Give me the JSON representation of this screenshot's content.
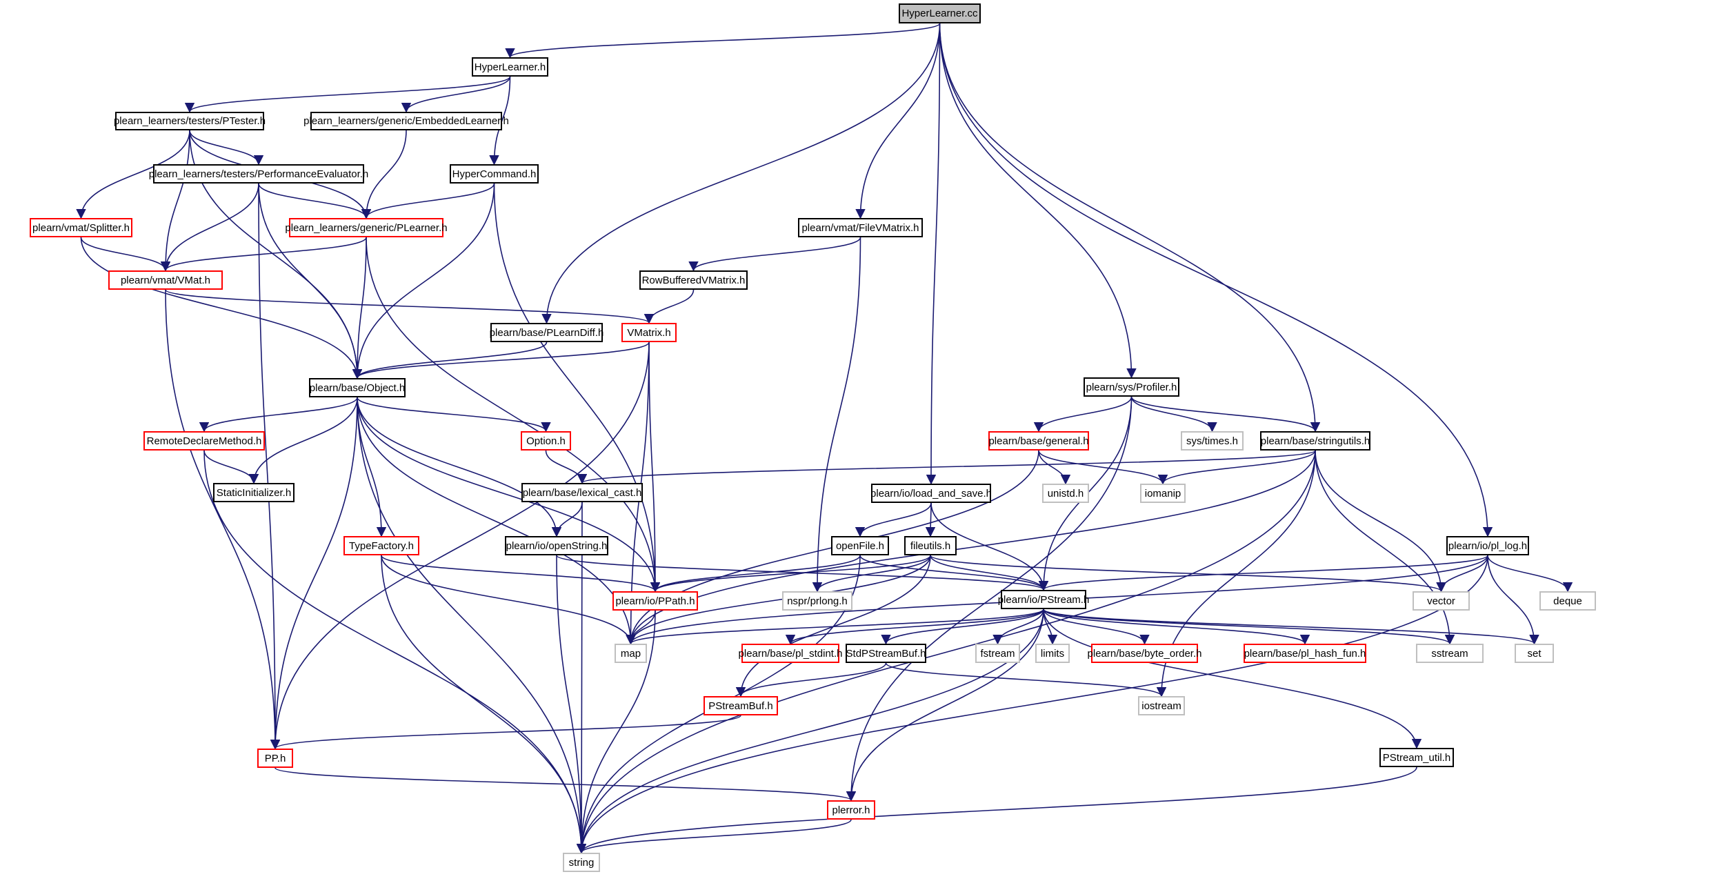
{
  "title": "HyperLearner.cc include dependency graph",
  "colors": {
    "edge": "#191970",
    "root_fill": "#bfbfbf",
    "documented_border": "#000000",
    "truncated_border": "#ff0000",
    "external_border": "#bfbfbf"
  },
  "nodes": [
    {
      "id": "root",
      "label": "HyperLearner.cc",
      "kind": "root"
    },
    {
      "id": "hyperlearner_h",
      "label": "HyperLearner.h",
      "kind": "normal"
    },
    {
      "id": "ptester",
      "label": "plearn_learners/testers/PTester.h",
      "kind": "normal"
    },
    {
      "id": "embedded",
      "label": "plearn_learners/generic/EmbeddedLearner.h",
      "kind": "normal"
    },
    {
      "id": "perfeval",
      "label": "plearn_learners/testers/PerformanceEvaluator.h",
      "kind": "normal"
    },
    {
      "id": "hypercommand",
      "label": "HyperCommand.h",
      "kind": "normal"
    },
    {
      "id": "splitter",
      "label": "plearn/vmat/Splitter.h",
      "kind": "red"
    },
    {
      "id": "plearner",
      "label": "plearn_learners/generic/PLearner.h",
      "kind": "red"
    },
    {
      "id": "filevmatrix",
      "label": "plearn/vmat/FileVMatrix.h",
      "kind": "normal"
    },
    {
      "id": "vmat",
      "label": "plearn/vmat/VMat.h",
      "kind": "red"
    },
    {
      "id": "rowbuffered",
      "label": "RowBufferedVMatrix.h",
      "kind": "normal"
    },
    {
      "id": "plearndiff",
      "label": "plearn/base/PLearnDiff.h",
      "kind": "normal"
    },
    {
      "id": "vmatrix",
      "label": "VMatrix.h",
      "kind": "red"
    },
    {
      "id": "object",
      "label": "plearn/base/Object.h",
      "kind": "normal"
    },
    {
      "id": "profiler",
      "label": "plearn/sys/Profiler.h",
      "kind": "normal"
    },
    {
      "id": "remotedeclare",
      "label": "RemoteDeclareMethod.h",
      "kind": "red"
    },
    {
      "id": "option",
      "label": "Option.h",
      "kind": "red"
    },
    {
      "id": "general",
      "label": "plearn/base/general.h",
      "kind": "red"
    },
    {
      "id": "systimes",
      "label": "sys/times.h",
      "kind": "gray"
    },
    {
      "id": "stringutils",
      "label": "plearn/base/stringutils.h",
      "kind": "normal"
    },
    {
      "id": "staticinit",
      "label": "StaticInitializer.h",
      "kind": "normal"
    },
    {
      "id": "lexicalcast",
      "label": "plearn/base/lexical_cast.h",
      "kind": "normal"
    },
    {
      "id": "loadsave",
      "label": "plearn/io/load_and_save.h",
      "kind": "normal"
    },
    {
      "id": "unistd",
      "label": "unistd.h",
      "kind": "gray"
    },
    {
      "id": "iomanip",
      "label": "iomanip",
      "kind": "gray"
    },
    {
      "id": "typefactory",
      "label": "TypeFactory.h",
      "kind": "red"
    },
    {
      "id": "openstring",
      "label": "plearn/io/openString.h",
      "kind": "normal"
    },
    {
      "id": "openfile",
      "label": "openFile.h",
      "kind": "normal"
    },
    {
      "id": "fileutils",
      "label": "fileutils.h",
      "kind": "normal"
    },
    {
      "id": "pllog",
      "label": "plearn/io/pl_log.h",
      "kind": "normal"
    },
    {
      "id": "ppath",
      "label": "plearn/io/PPath.h",
      "kind": "red"
    },
    {
      "id": "prlong",
      "label": "nspr/prlong.h",
      "kind": "gray"
    },
    {
      "id": "pstream",
      "label": "plearn/io/PStream.h",
      "kind": "normal"
    },
    {
      "id": "vector",
      "label": "vector",
      "kind": "gray"
    },
    {
      "id": "deque",
      "label": "deque",
      "kind": "gray"
    },
    {
      "id": "map",
      "label": "map",
      "kind": "gray"
    },
    {
      "id": "plstdint",
      "label": "plearn/base/pl_stdint.h",
      "kind": "red"
    },
    {
      "id": "stdpstreambuf",
      "label": "StdPStreamBuf.h",
      "kind": "normal"
    },
    {
      "id": "fstream",
      "label": "fstream",
      "kind": "gray"
    },
    {
      "id": "limits",
      "label": "limits",
      "kind": "gray"
    },
    {
      "id": "byteorder",
      "label": "plearn/base/byte_order.h",
      "kind": "red"
    },
    {
      "id": "plhashfun",
      "label": "plearn/base/pl_hash_fun.h",
      "kind": "red"
    },
    {
      "id": "sstream",
      "label": "sstream",
      "kind": "gray"
    },
    {
      "id": "set",
      "label": "set",
      "kind": "gray"
    },
    {
      "id": "pstreambuf",
      "label": "PStreamBuf.h",
      "kind": "red"
    },
    {
      "id": "iostream",
      "label": "iostream",
      "kind": "gray"
    },
    {
      "id": "pp",
      "label": "PP.h",
      "kind": "red"
    },
    {
      "id": "pstreamutil",
      "label": "PStream_util.h",
      "kind": "normal"
    },
    {
      "id": "plerror",
      "label": "plerror.h",
      "kind": "red"
    },
    {
      "id": "string",
      "label": "string",
      "kind": "gray"
    }
  ],
  "edges": [
    [
      "root",
      "hyperlearner_h"
    ],
    [
      "root",
      "plearndiff"
    ],
    [
      "root",
      "filevmatrix"
    ],
    [
      "root",
      "loadsave"
    ],
    [
      "root",
      "profiler"
    ],
    [
      "root",
      "stringutils"
    ],
    [
      "root",
      "pllog"
    ],
    [
      "hyperlearner_h",
      "ptester"
    ],
    [
      "hyperlearner_h",
      "embedded"
    ],
    [
      "hyperlearner_h",
      "hypercommand"
    ],
    [
      "ptester",
      "perfeval"
    ],
    [
      "ptester",
      "splitter"
    ],
    [
      "ptester",
      "vmat"
    ],
    [
      "ptester",
      "plearner"
    ],
    [
      "ptester",
      "object"
    ],
    [
      "embedded",
      "plearner"
    ],
    [
      "perfeval",
      "plearner"
    ],
    [
      "perfeval",
      "vmat"
    ],
    [
      "perfeval",
      "object"
    ],
    [
      "perfeval",
      "pp"
    ],
    [
      "hypercommand",
      "plearner"
    ],
    [
      "hypercommand",
      "object"
    ],
    [
      "hypercommand",
      "ppath"
    ],
    [
      "splitter",
      "vmat"
    ],
    [
      "splitter",
      "object"
    ],
    [
      "plearner",
      "vmat"
    ],
    [
      "plearner",
      "object"
    ],
    [
      "plearner",
      "ppath"
    ],
    [
      "vmat",
      "vmatrix"
    ],
    [
      "vmat",
      "pp"
    ],
    [
      "filevmatrix",
      "rowbuffered"
    ],
    [
      "filevmatrix",
      "prlong"
    ],
    [
      "rowbuffered",
      "vmatrix"
    ],
    [
      "plearndiff",
      "object"
    ],
    [
      "vmatrix",
      "object"
    ],
    [
      "vmatrix",
      "ppath"
    ],
    [
      "vmatrix",
      "map"
    ],
    [
      "vmatrix",
      "pp"
    ],
    [
      "object",
      "remotedeclare"
    ],
    [
      "object",
      "staticinit"
    ],
    [
      "object",
      "option"
    ],
    [
      "object",
      "typefactory"
    ],
    [
      "object",
      "openstring"
    ],
    [
      "object",
      "ppath"
    ],
    [
      "object",
      "map"
    ],
    [
      "object",
      "pp"
    ],
    [
      "object",
      "string"
    ],
    [
      "remotedeclare",
      "staticinit"
    ],
    [
      "remotedeclare",
      "string"
    ],
    [
      "option",
      "lexicalcast"
    ],
    [
      "lexicalcast",
      "openstring"
    ],
    [
      "lexicalcast",
      "string"
    ],
    [
      "typefactory",
      "ppath"
    ],
    [
      "typefactory",
      "map"
    ],
    [
      "typefactory",
      "string"
    ],
    [
      "openstring",
      "pstream"
    ],
    [
      "openstring",
      "string"
    ],
    [
      "profiler",
      "general"
    ],
    [
      "profiler",
      "systimes"
    ],
    [
      "profiler",
      "stringutils"
    ],
    [
      "profiler",
      "pstream"
    ],
    [
      "profiler",
      "plerror"
    ],
    [
      "general",
      "unistd"
    ],
    [
      "general",
      "iomanip"
    ],
    [
      "general",
      "map"
    ],
    [
      "stringutils",
      "lexicalcast"
    ],
    [
      "stringutils",
      "iomanip"
    ],
    [
      "stringutils",
      "vector"
    ],
    [
      "stringutils",
      "sstream"
    ],
    [
      "stringutils",
      "map"
    ],
    [
      "stringutils",
      "iostream"
    ],
    [
      "stringutils",
      "string"
    ],
    [
      "loadsave",
      "openfile"
    ],
    [
      "loadsave",
      "fileutils"
    ],
    [
      "loadsave",
      "pstream"
    ],
    [
      "openfile",
      "ppath"
    ],
    [
      "openfile",
      "pstream"
    ],
    [
      "openfile",
      "string"
    ],
    [
      "fileutils",
      "ppath"
    ],
    [
      "fileutils",
      "pstream"
    ],
    [
      "fileutils",
      "prlong"
    ],
    [
      "fileutils",
      "vector"
    ],
    [
      "fileutils",
      "map"
    ],
    [
      "fileutils",
      "pstreambuf"
    ],
    [
      "pllog",
      "pstream"
    ],
    [
      "pllog",
      "vector"
    ],
    [
      "pllog",
      "deque"
    ],
    [
      "pllog",
      "set"
    ],
    [
      "pllog",
      "map"
    ],
    [
      "pllog",
      "string"
    ],
    [
      "ppath",
      "map"
    ],
    [
      "ppath",
      "string"
    ],
    [
      "pstream",
      "map"
    ],
    [
      "pstream",
      "plstdint"
    ],
    [
      "pstream",
      "stdpstreambuf"
    ],
    [
      "pstream",
      "fstream"
    ],
    [
      "pstream",
      "limits"
    ],
    [
      "pstream",
      "byteorder"
    ],
    [
      "pstream",
      "plhashfun"
    ],
    [
      "pstream",
      "sstream"
    ],
    [
      "pstream",
      "set"
    ],
    [
      "pstream",
      "pstreamutil"
    ],
    [
      "pstream",
      "plerror"
    ],
    [
      "pstream",
      "string"
    ],
    [
      "stdpstreambuf",
      "pstreambuf"
    ],
    [
      "stdpstreambuf",
      "iostream"
    ],
    [
      "pstreambuf",
      "pp"
    ],
    [
      "pp",
      "plerror"
    ],
    [
      "pstreamutil",
      "string"
    ],
    [
      "plerror",
      "string"
    ]
  ]
}
